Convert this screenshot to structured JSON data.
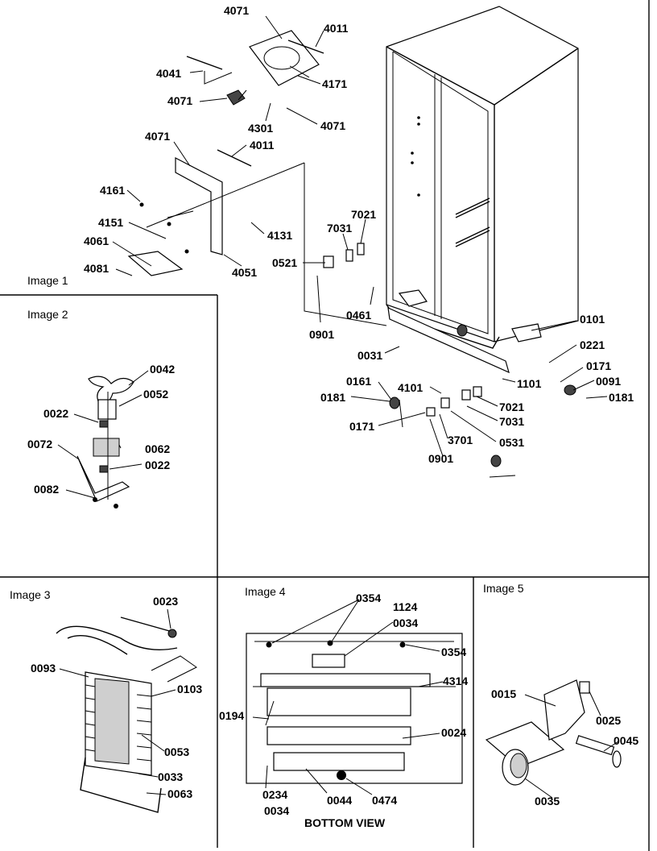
{
  "image_titles": {
    "image1": "Image 1",
    "image2": "Image 2",
    "image3": "Image 3",
    "image4": "Image 4",
    "image5": "Image 5"
  },
  "bottom_view_caption": "BOTTOM VIEW",
  "main_labels": {
    "l4071a": "4071",
    "l4011a": "4011",
    "l4041": "4041",
    "l4171": "4171",
    "l4071b": "4071",
    "l4301": "4301",
    "l4071c": "4071",
    "l4071d": "4071",
    "l4011b": "4011",
    "l4161": "4161",
    "l4151": "4151",
    "l4061": "4061",
    "l4131": "4131",
    "l4081": "4081",
    "l4051": "4051",
    "l7021a": "7021",
    "l7031a": "7031",
    "l0521": "0521",
    "l0461": "0461",
    "l0901a": "0901",
    "l0101": "0101",
    "l0031": "0031",
    "l0221": "0221",
    "l0171a": "0171",
    "l0091": "0091",
    "l1101": "1101",
    "l0161": "0161",
    "l4101": "4101",
    "l0181a": "0181",
    "l0181b": "0181",
    "l7021b": "7021",
    "l7031b": "7031",
    "l0171b": "0171",
    "l3701": "3701",
    "l0531": "0531",
    "l0901b": "0901"
  },
  "image2_labels": {
    "l0042": "0042",
    "l0052": "0052",
    "l0022a": "0022",
    "l0072": "0072",
    "l0062": "0062",
    "l0022b": "0022",
    "l0082": "0082"
  },
  "image3_labels": {
    "l0023": "0023",
    "l0093": "0093",
    "l0103": "0103",
    "l0053": "0053",
    "l0033": "0033",
    "l0063": "0063"
  },
  "image4_labels": {
    "l0354a": "0354",
    "l1124": "1124",
    "l0034a": "0034",
    "l0354b": "0354",
    "l4314": "4314",
    "l0194": "0194",
    "l0024": "0024",
    "l0234": "0234",
    "l0034b": "0034",
    "l0044": "0044",
    "l0474": "0474"
  },
  "image5_labels": {
    "l0015": "0015",
    "l0025": "0025",
    "l0045": "0045",
    "l0035": "0035"
  }
}
